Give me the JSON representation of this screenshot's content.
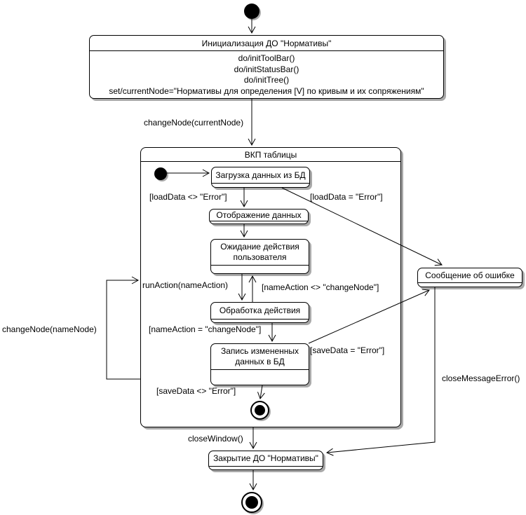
{
  "diagram": {
    "states": {
      "init": {
        "title": "Инициализация ДО \"Нормативы\"",
        "actions": [
          "do/initToolBar()",
          "do/initStatusBar()",
          "do/initTree()",
          "set/currentNode=\"Нормативы для определения [V] по кривым и их сопряжениям\""
        ]
      },
      "composite": {
        "title": "ВКП таблицы"
      },
      "load": {
        "title": "Загрузка данных из БД"
      },
      "display": {
        "title": "Отображение данных"
      },
      "wait": {
        "title": "Ожидание действия пользователя"
      },
      "process": {
        "title": "Обработка действия"
      },
      "save": {
        "title": "Запись измененных данных в БД"
      },
      "error": {
        "title": "Сообщение об ошибке"
      },
      "close": {
        "title": "Закрытие ДО \"Нормативы\""
      }
    },
    "transitions": {
      "change_node_current": "changeNode(currentNode)",
      "load_ok": "[loadData <> \"Error\"]",
      "load_error": "[loadData = \"Error\"]",
      "run_action": "runAction(nameAction)",
      "action_not_change": "[nameAction <> \"changeNode\"]",
      "action_change": "[nameAction = \"changeNode\"]",
      "save_error": "[saveData = \"Error\"]",
      "save_ok": "[saveData <> \"Error\"]",
      "change_node_name": "changeNode(nameNode)",
      "close_window": "closeWindow()",
      "close_message_error": "closeMessageError()"
    },
    "colors": {
      "line": "#000000",
      "fill": "#ffffff",
      "shadow": "#a9a9a9"
    }
  }
}
